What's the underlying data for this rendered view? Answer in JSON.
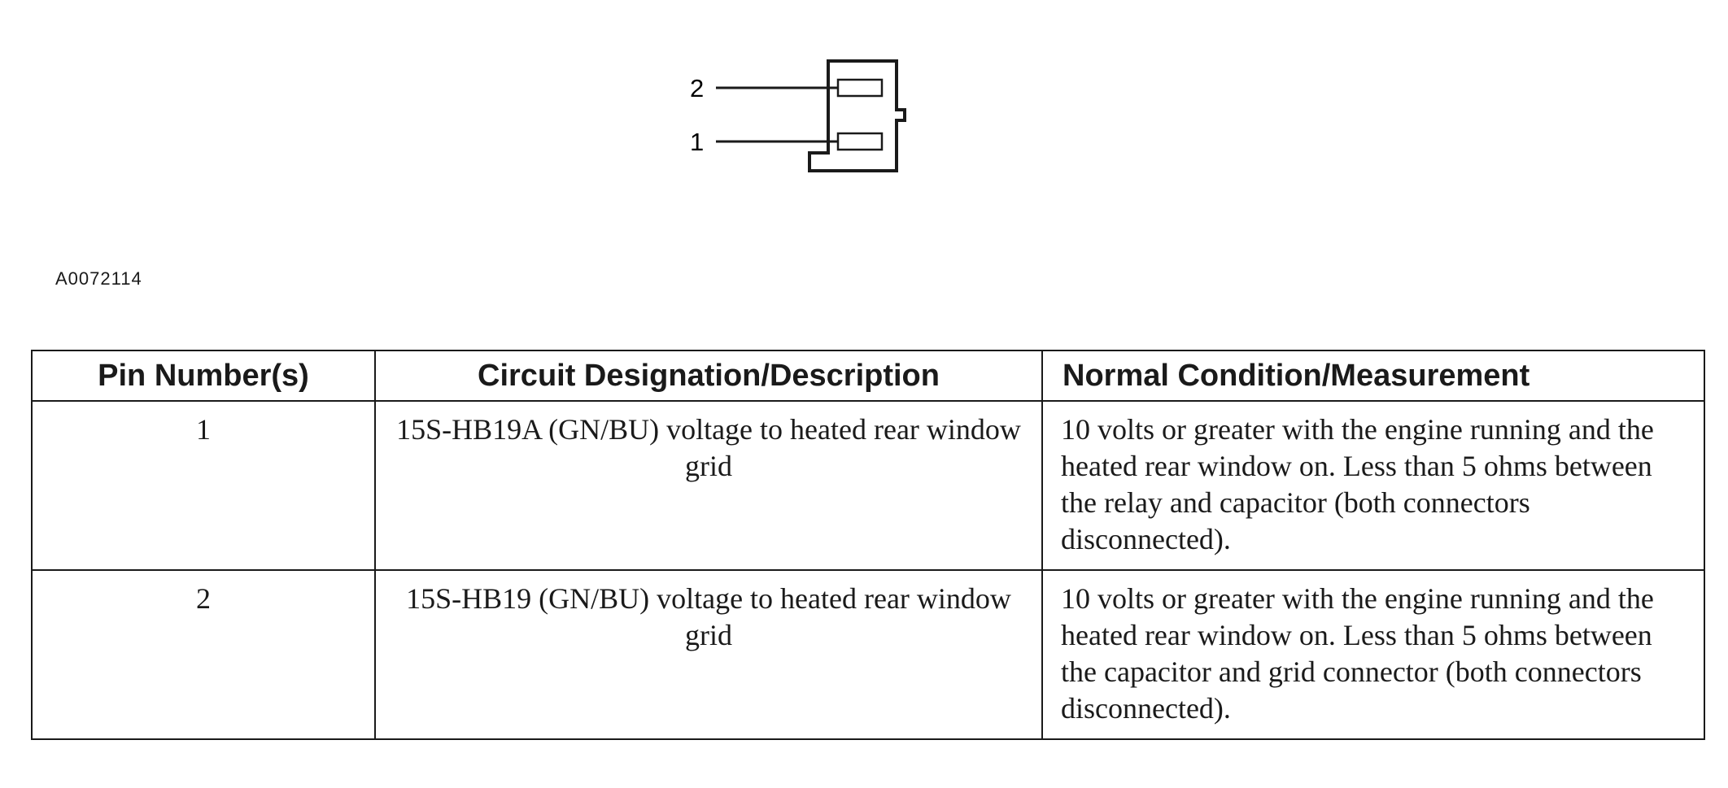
{
  "diagram": {
    "pin_labels": [
      "2",
      "1"
    ],
    "figure_id": "A0072114"
  },
  "table": {
    "headers": {
      "pin": "Pin Number(s)",
      "circuit": "Circuit Designation/Description",
      "condition": "Normal Condition/Measurement"
    },
    "rows": [
      {
        "pin": "1",
        "circuit": "15S-HB19A (GN/BU) voltage to heated rear window grid",
        "condition": "10 volts or greater with the engine running and the heated rear window on. Less than 5 ohms between the relay and capacitor (both connectors disconnected)."
      },
      {
        "pin": "2",
        "circuit": "15S-HB19 (GN/BU) voltage to heated rear window grid",
        "condition": "10 volts or greater with the engine running and the heated rear window on. Less than 5 ohms between the capacitor and grid connector (both connectors disconnected)."
      }
    ]
  }
}
